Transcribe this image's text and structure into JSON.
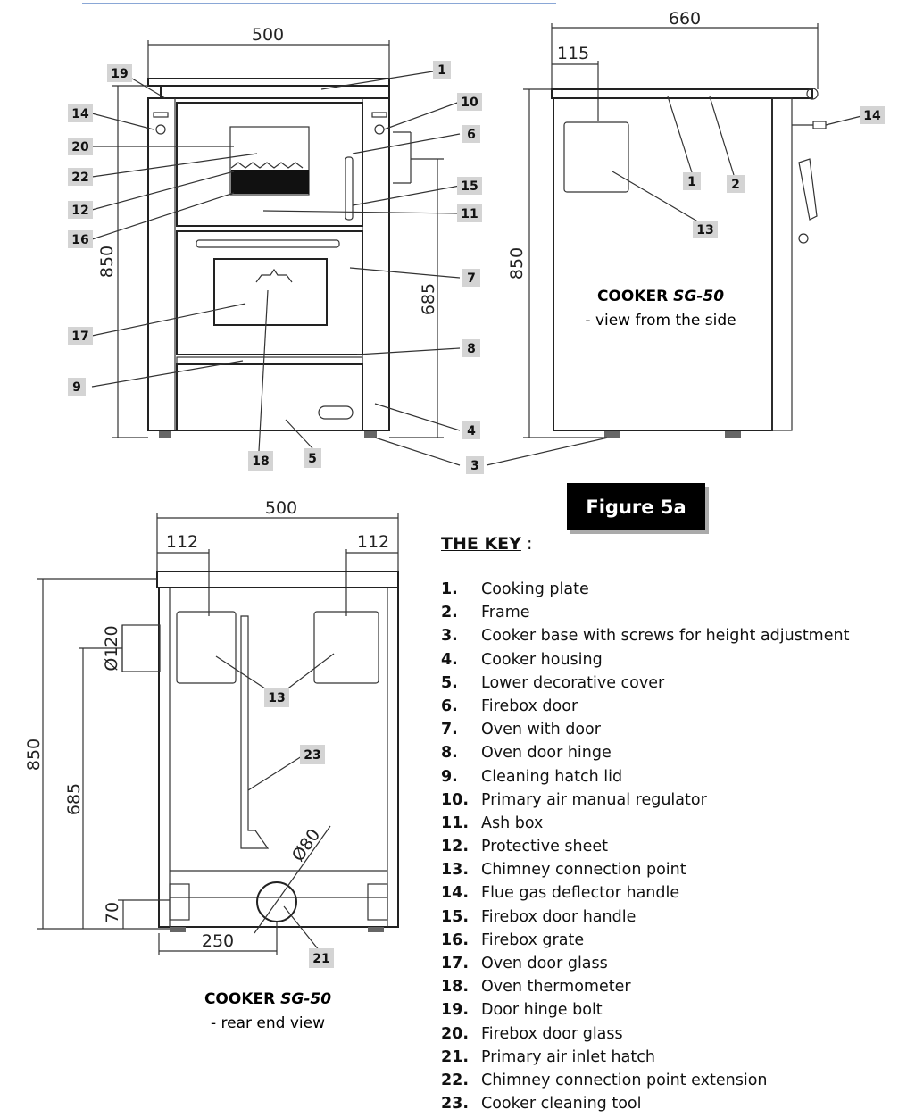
{
  "figure_label": "Figure 5a",
  "front_view": {
    "dimensions": {
      "width": "500",
      "height": "850",
      "oven_height": "685"
    },
    "callouts": [
      "1",
      "19",
      "14",
      "20",
      "22",
      "12",
      "16",
      "17",
      "9",
      "18",
      "5",
      "10",
      "6",
      "15",
      "11",
      "7",
      "8",
      "4",
      "3"
    ]
  },
  "side_view": {
    "dimensions": {
      "depth": "660",
      "offset": "115",
      "height": "850"
    },
    "callouts": [
      "1",
      "2",
      "13",
      "14"
    ],
    "caption_title_prefix": "COOKER ",
    "caption_title_model": "SG-50",
    "caption_subtitle": "- view from the side"
  },
  "rear_view": {
    "dimensions": {
      "width": "500",
      "left_offset": "112",
      "right_offset": "112",
      "height": "850",
      "flue_height": "685",
      "flue_diameter": "Ø120",
      "inlet_diameter": "Ø80",
      "inlet_height": "70",
      "inlet_offset": "250"
    },
    "callouts": [
      "13",
      "23",
      "21"
    ],
    "caption_title_prefix": "COOKER ",
    "caption_title_model": "SG-50",
    "caption_subtitle": "- rear end view"
  },
  "key": {
    "title": "THE KEY",
    "title_suffix": ":",
    "items": [
      {
        "num": "1.",
        "label": "Cooking plate"
      },
      {
        "num": "2.",
        "label": "Frame"
      },
      {
        "num": "3.",
        "label": "Cooker base with screws for height adjustment"
      },
      {
        "num": "4.",
        "label": "Cooker housing"
      },
      {
        "num": "5.",
        "label": "Lower decorative cover"
      },
      {
        "num": "6.",
        "label": "Firebox door"
      },
      {
        "num": "7.",
        "label": "Oven with door"
      },
      {
        "num": "8.",
        "label": "Oven door hinge"
      },
      {
        "num": "9.",
        "label": "Cleaning hatch lid"
      },
      {
        "num": "10.",
        "label": "Primary air manual regulator"
      },
      {
        "num": "11.",
        "label": "Ash box"
      },
      {
        "num": "12.",
        "label": "Protective sheet"
      },
      {
        "num": "13.",
        "label": "Chimney connection point"
      },
      {
        "num": "14.",
        "label": "Flue gas deflector handle"
      },
      {
        "num": "15.",
        "label": "Firebox door handle"
      },
      {
        "num": "16.",
        "label": "Firebox grate"
      },
      {
        "num": "17.",
        "label": "Oven door glass"
      },
      {
        "num": "18.",
        "label": "Oven thermometer"
      },
      {
        "num": "19.",
        "label": "Door hinge bolt"
      },
      {
        "num": "20.",
        "label": "Firebox door glass"
      },
      {
        "num": "21.",
        "label": "Primary air inlet hatch"
      },
      {
        "num": "22.",
        "label": "Chimney connection point extension"
      },
      {
        "num": "23.",
        "label": "Cooker cleaning tool"
      }
    ]
  }
}
